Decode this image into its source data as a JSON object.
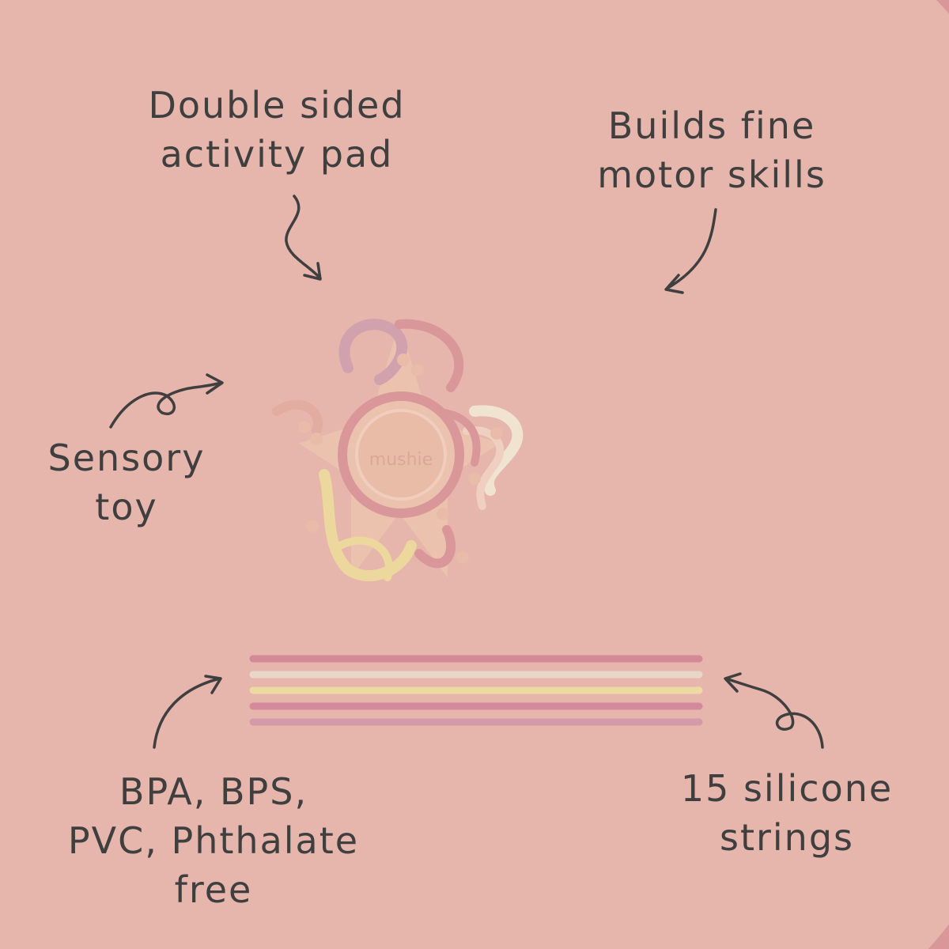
{
  "labels": {
    "double_sided": [
      "Double sided",
      "activity pad"
    ],
    "fine_motor": [
      "Builds fine",
      "motor skills"
    ],
    "sensory": [
      "Sensory",
      "toy"
    ],
    "materials": [
      "BPA, BPS,",
      "PVC, Phthalate",
      "free"
    ],
    "strings": [
      "15 silicone",
      "strings"
    ]
  },
  "product": {
    "brand": "mushie",
    "colors": {
      "background": "#f4f2ee",
      "pad_base": "#ebc2ad",
      "pad_back": "#efc6b2",
      "blush": "#e8b3a4",
      "rose": "#d9979a",
      "mauve": "#d2a1ae",
      "sand": "#f0e3cf",
      "butter": "#ecd79d",
      "text": "#3f3f3f"
    },
    "string_colors": [
      "#d28a97",
      "#e8d7c9",
      "#efd9a2",
      "#d48a9a",
      "#d49aa7"
    ]
  }
}
